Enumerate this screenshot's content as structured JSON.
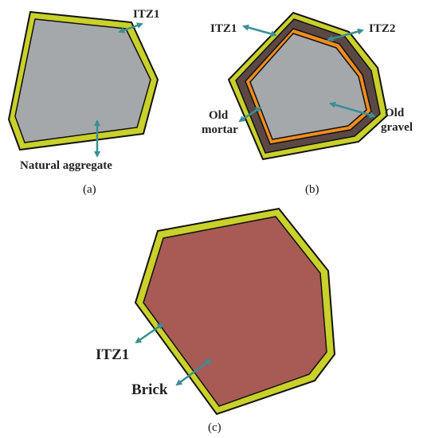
{
  "colors": {
    "itz1": "#c9d12a",
    "itz2": "#f28c1e",
    "natural_aggregate": "#a5a8ab",
    "old_mortar": "#5b4845",
    "brick": "#a85a55",
    "outline": "#111111",
    "arrow": "#3a8f94"
  },
  "panel_a": {
    "itz_label": "ITZ1",
    "aggregate_label": "Natural aggregate",
    "caption": "(a)"
  },
  "panel_b": {
    "itz1_label": "ITZ1",
    "itz2_label": "ITZ2",
    "old_mortar_line1": "Old",
    "old_mortar_line2": "mortar",
    "old_gravel_line1": "Old",
    "old_gravel_line2": "gravel",
    "caption": "(b)"
  },
  "panel_c": {
    "itz_label": "ITZ1",
    "brick_label": "Brick",
    "caption": "(c)"
  }
}
